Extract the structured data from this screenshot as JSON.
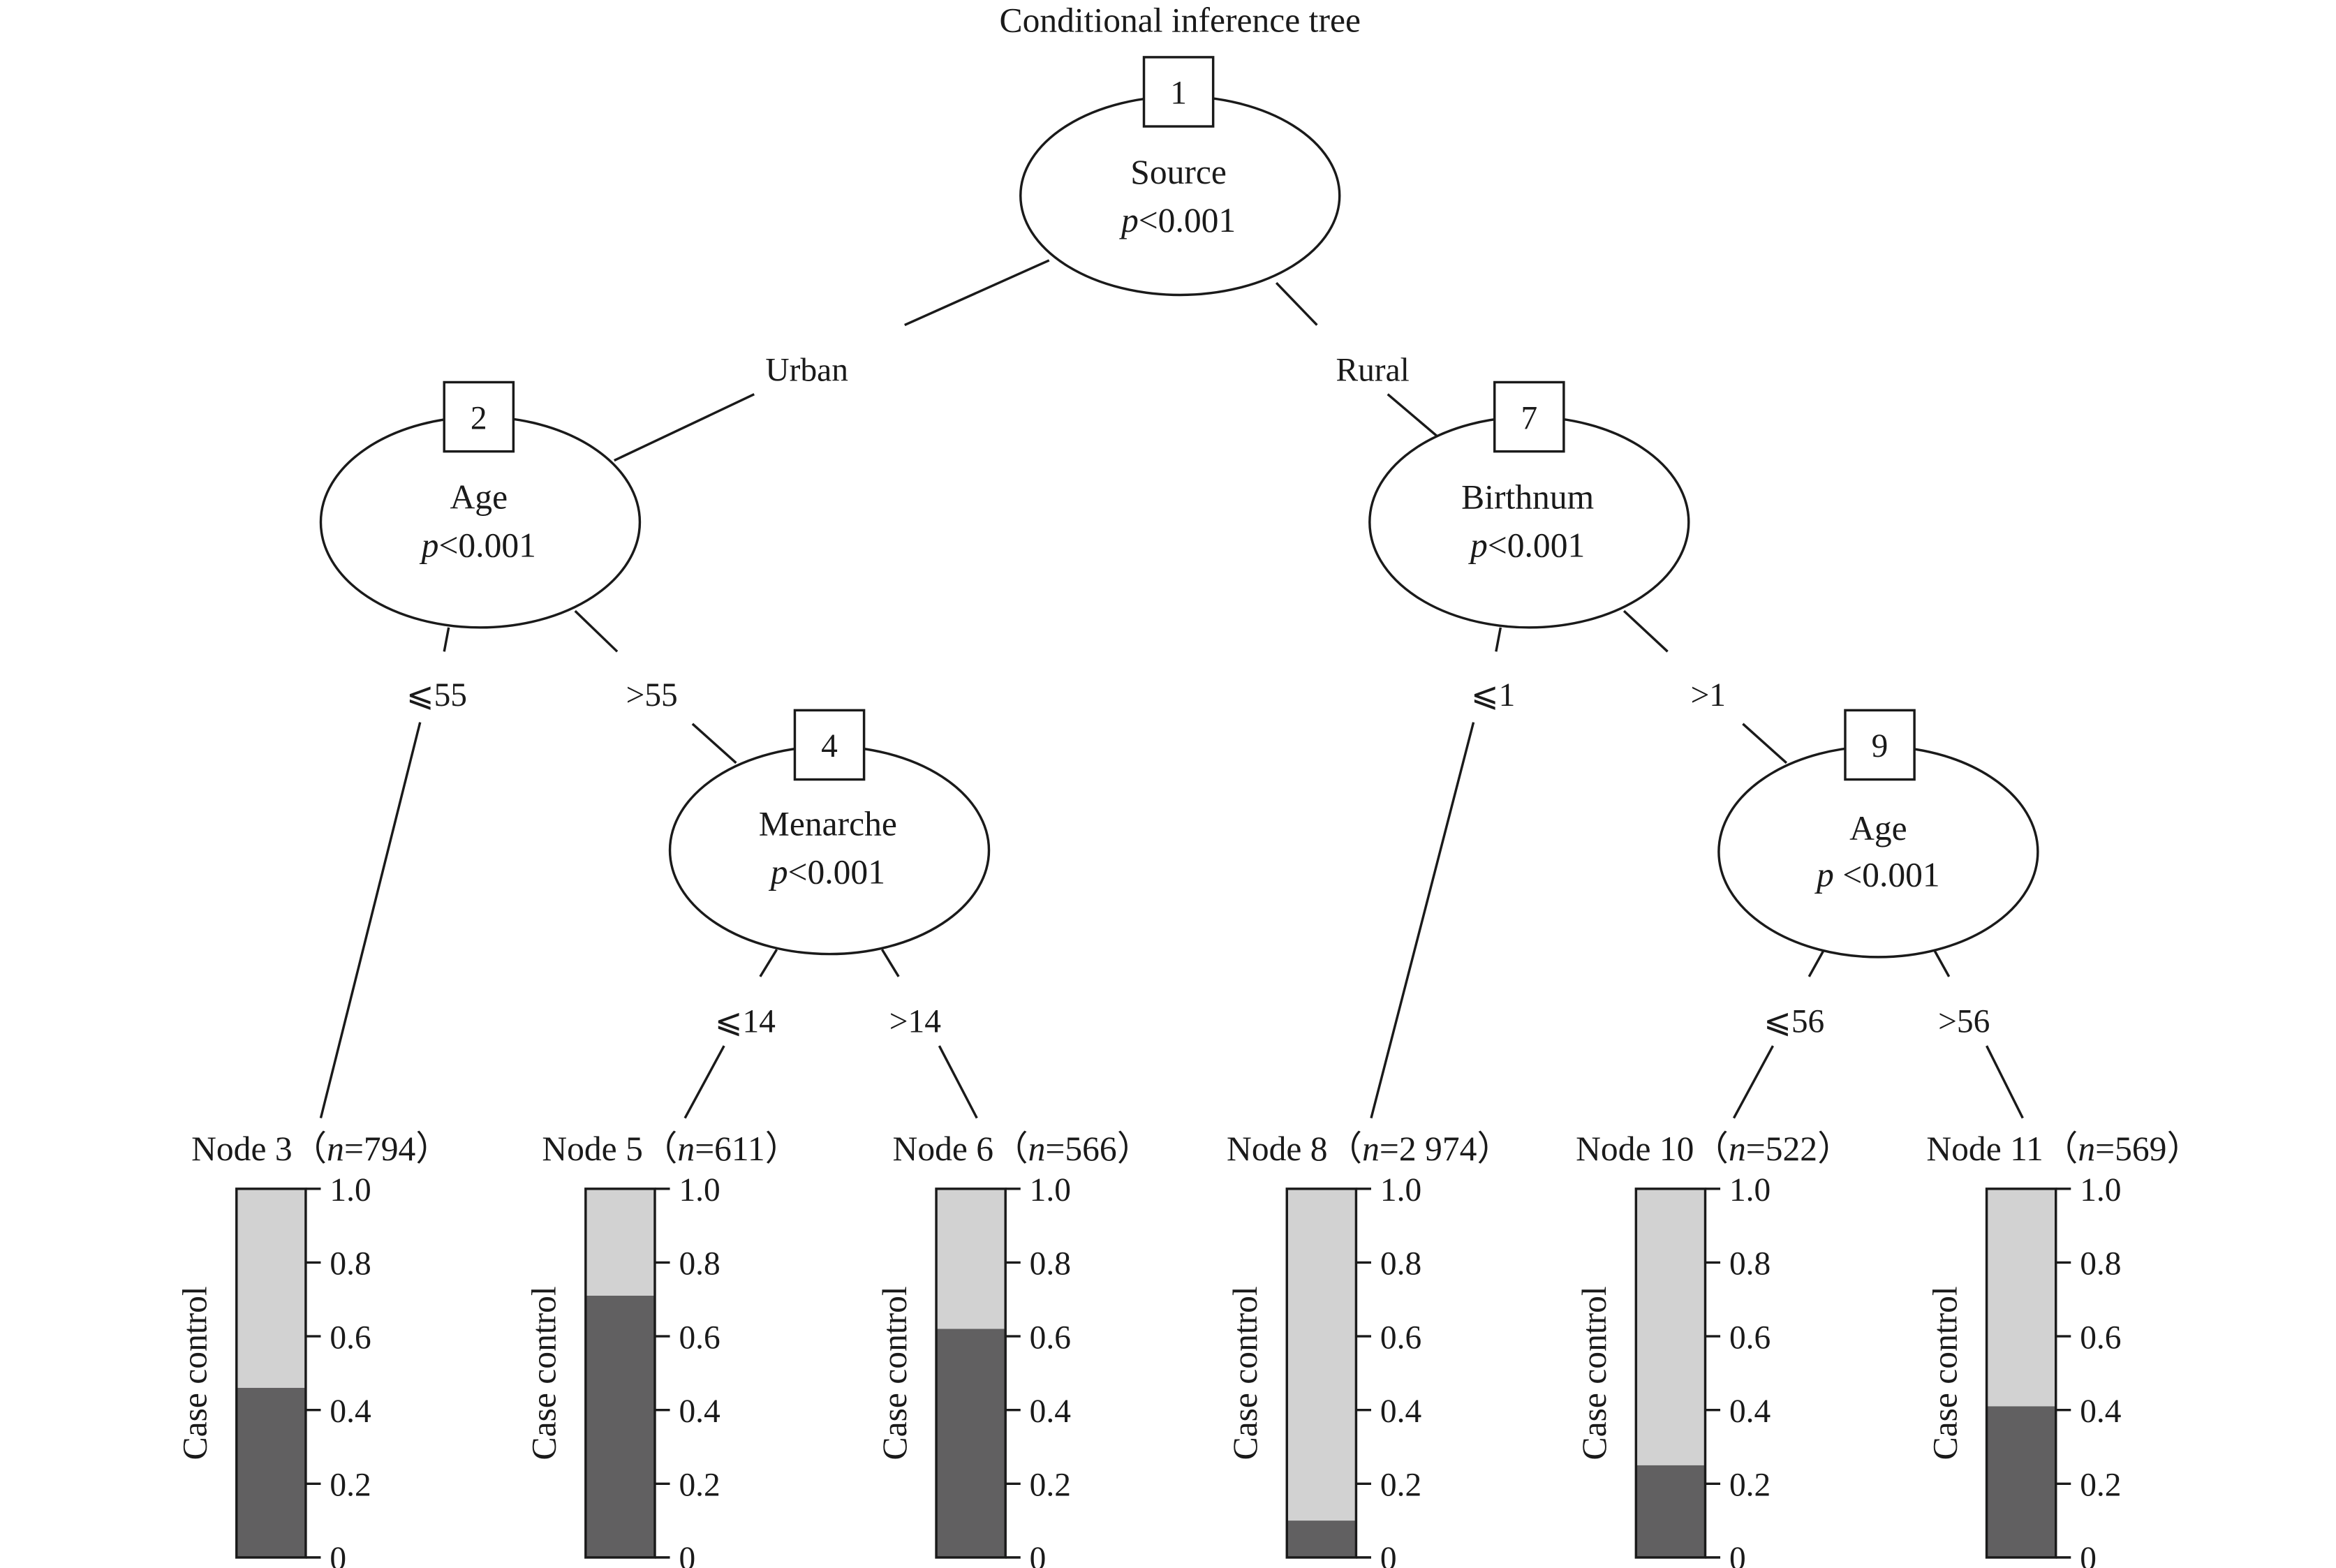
{
  "title": "Conditional inference tree",
  "colors": {
    "stroke": "#1a1a1a",
    "case_fill": "#616061",
    "control_fill": "#d2d2d2",
    "background": "#ffffff"
  },
  "inner_nodes": [
    {
      "id": "1",
      "variable": "Source",
      "p_prefix": "p",
      "p_value": "<0.001"
    },
    {
      "id": "2",
      "variable": "Age",
      "p_prefix": "p",
      "p_value": "<0.001"
    },
    {
      "id": "4",
      "variable": "Menarche",
      "p_prefix": "p",
      "p_value": "<0.001"
    },
    {
      "id": "7",
      "variable": "Birthnum",
      "p_prefix": "p",
      "p_value": "<0.001"
    },
    {
      "id": "9",
      "variable": "Age",
      "p_prefix": "p",
      "p_value": " <0.001"
    }
  ],
  "edge_labels": [
    "Urban",
    "Rural",
    "⩽55",
    ">55",
    "⩽14",
    ">14",
    "⩽1",
    ">1",
    "⩽56",
    ">56"
  ],
  "terminal_nodes": [
    {
      "label": "Node 3",
      "n_prefix": "n",
      "n_value": "=794"
    },
    {
      "label": "Node 5",
      "n_prefix": "n",
      "n_value": "=611"
    },
    {
      "label": "Node 6",
      "n_prefix": "n",
      "n_value": "=566"
    },
    {
      "label": "Node 8",
      "n_prefix": "n",
      "n_value": "=2 974"
    },
    {
      "label": "Node 10",
      "n_prefix": "n",
      "n_value": "=522"
    },
    {
      "label": "Node 11",
      "n_prefix": "n",
      "n_value": "=569"
    }
  ],
  "chart_data": {
    "type": "bar",
    "stacked": true,
    "ylabel": "Case control",
    "ylim": [
      0,
      1
    ],
    "yticks": [
      "1.0",
      "0.8",
      "0.6",
      "0.4",
      "0.2",
      "0"
    ],
    "categories": [
      "Node 3",
      "Node 5",
      "Node 6",
      "Node 8",
      "Node 10",
      "Node 11"
    ],
    "series": [
      {
        "values": [
          0.46,
          0.71,
          0.62,
          0.1,
          0.25,
          0.41
        ]
      },
      {
        "values": [
          0.54,
          0.29,
          0.38,
          0.9,
          0.75,
          0.59
        ]
      }
    ]
  }
}
